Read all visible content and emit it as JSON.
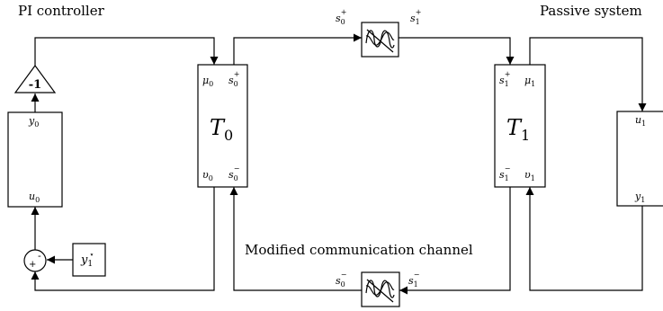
{
  "labels": {
    "pi_controller": "PI controller",
    "passive_system": "Passive system",
    "modified_channel": "Modified communication channel"
  },
  "gain": {
    "value": "-1"
  },
  "sum": {
    "minus": "-",
    "plus": "+"
  },
  "controller": {
    "y": "y",
    "y_sub": "0",
    "u": "u",
    "u_sub": "0"
  },
  "reference": {
    "main": "y",
    "sub": "1",
    "sup": "⋆"
  },
  "t0": {
    "title": "T",
    "title_sub": "0",
    "mu": "μ",
    "mu_sub": "0",
    "upsilon": "υ",
    "upsilon_sub": "0",
    "s_plus": "s",
    "s_plus_sub": "0",
    "s_plus_sup": "+",
    "s_minus": "s",
    "s_minus_sub": "0",
    "s_minus_sup": "−"
  },
  "t1": {
    "title": "T",
    "title_sub": "1",
    "mu": "μ",
    "mu_sub": "1",
    "upsilon": "υ",
    "upsilon_sub": "1",
    "s_plus": "s",
    "s_plus_sub": "1",
    "s_plus_sup": "+",
    "s_minus": "s",
    "s_minus_sub": "1",
    "s_minus_sup": "−"
  },
  "plant": {
    "u": "u",
    "u_sub": "1",
    "y": "y",
    "y_sub": "1"
  },
  "top_channel": {
    "in": "s",
    "in_sub": "0",
    "in_sup": "+",
    "out": "s",
    "out_sub": "1",
    "out_sup": "+"
  },
  "bottom_channel": {
    "in": "s",
    "in_sub": "1",
    "in_sup": "−",
    "out": "s",
    "out_sub": "0",
    "out_sup": "−"
  }
}
